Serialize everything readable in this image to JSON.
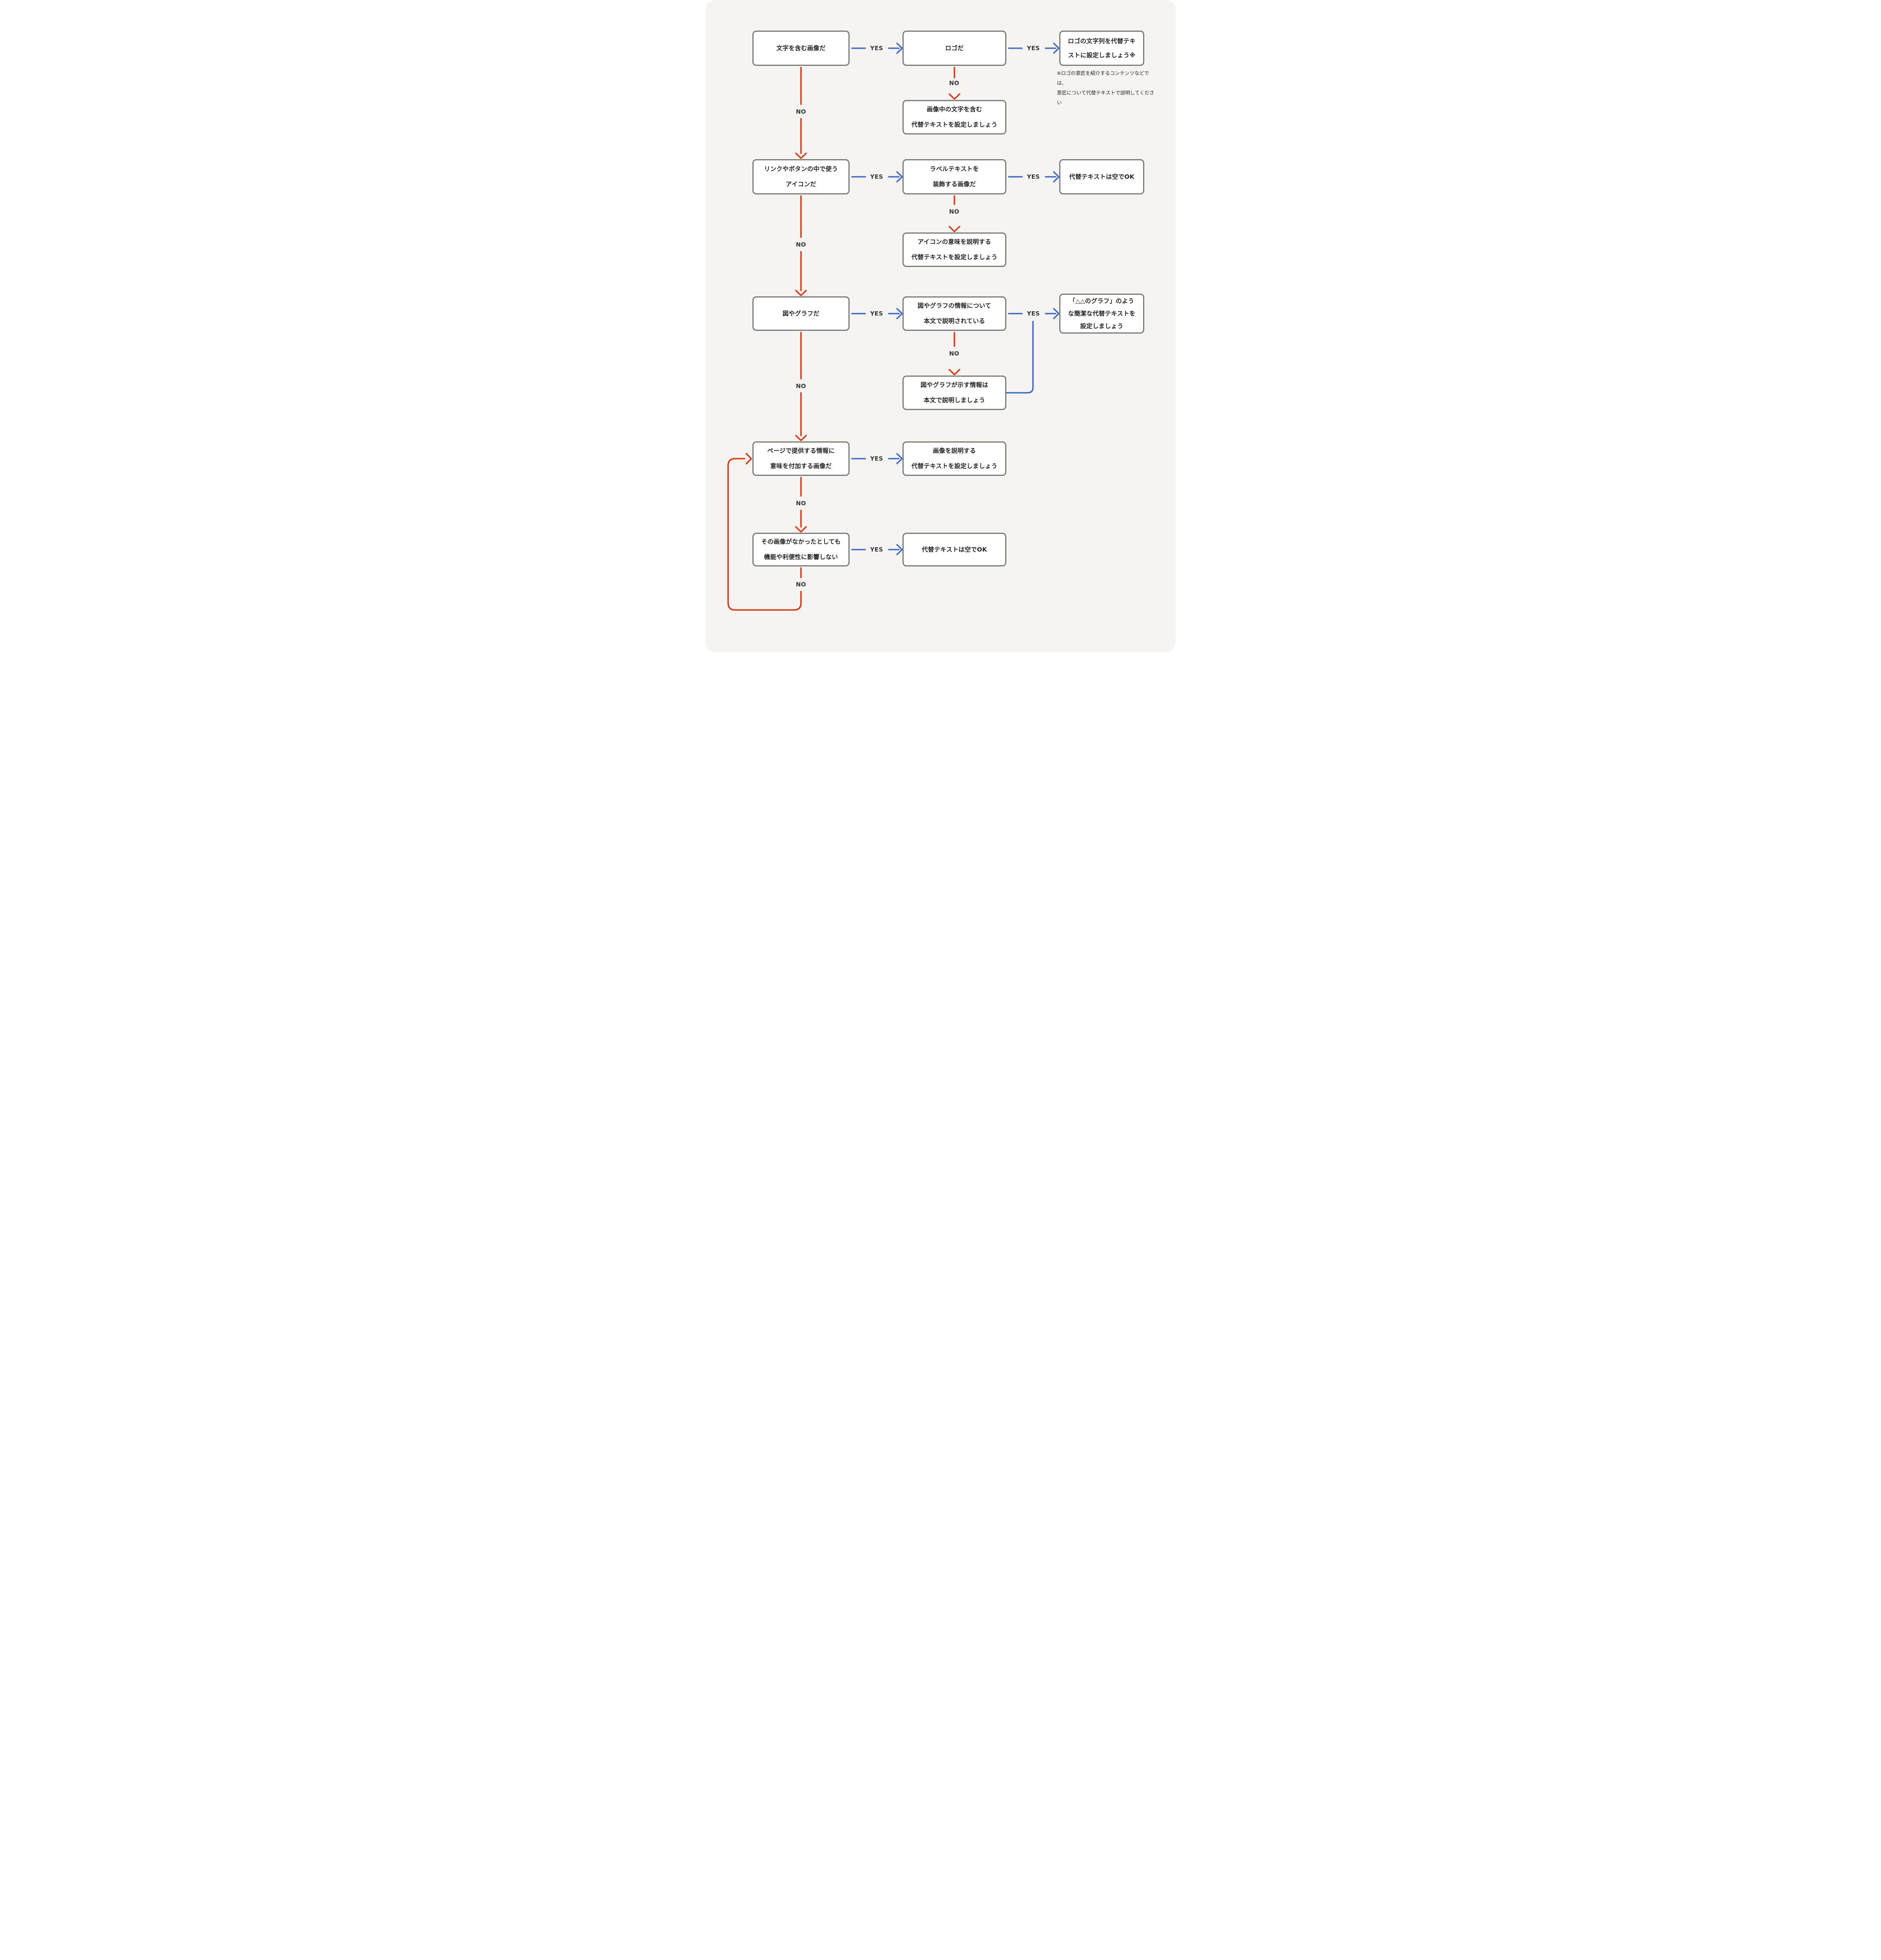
{
  "labels": {
    "yes": "YES",
    "no": "NO"
  },
  "colors": {
    "background": "#F5F4F1",
    "box_fill": "#FFFFFF",
    "box_border": "#7A7A7A",
    "text": "#222426",
    "yes_blue": "#3E69D2",
    "no_red": "#E0340E",
    "label_text": "#35383B"
  },
  "nodes": {
    "q_text_image": {
      "text": "文字を含む画像だ"
    },
    "q_logo": {
      "text": "ロゴだ"
    },
    "a_logo_alt": {
      "text": "ロゴの文字列を代替テキ\nストに設定しましょう※"
    },
    "a_text_in_image_alt": {
      "text": "画像中の文字を含む\n代替テキストを設定しましょう"
    },
    "q_icon_in_link": {
      "text": "リンクやボタンの中で使う\nアイコンだ"
    },
    "q_decorates_label": {
      "text": "ラベルテキストを\n装飾する画像だ"
    },
    "a_empty_alt_icon": {
      "text": "代替テキストは空でOK"
    },
    "a_icon_meaning_alt": {
      "text": "アイコンの意味を説明する\n代替テキストを設定しましょう"
    },
    "q_figure_chart": {
      "text": "図やグラフだ"
    },
    "q_explained_in_text": {
      "text": "図やグラフの情報について\n本文で説明されている"
    },
    "a_concise_alt": {
      "text": "「△△のグラフ」のよう\nな簡潔な代替テキストを\n設定しましょう"
    },
    "a_explain_in_text": {
      "text": "図やグラフが示す情報は\n本文で説明しましょう"
    },
    "q_adds_meaning": {
      "text": "ページで提供する情報に\n意味を付加する画像だ"
    },
    "a_describe_image_alt": {
      "text": "画像を説明する\n代替テキストを設定しましょう"
    },
    "q_no_impact": {
      "text": "その画像がなかったとしても\n機能や利便性に影響しない"
    },
    "a_empty_alt_ok": {
      "text": "代替テキストは空でOK"
    }
  },
  "footnote": "※ロゴの意匠を紹介するコンテンツなどでは、\n意匠について代替テキストで説明してください"
}
